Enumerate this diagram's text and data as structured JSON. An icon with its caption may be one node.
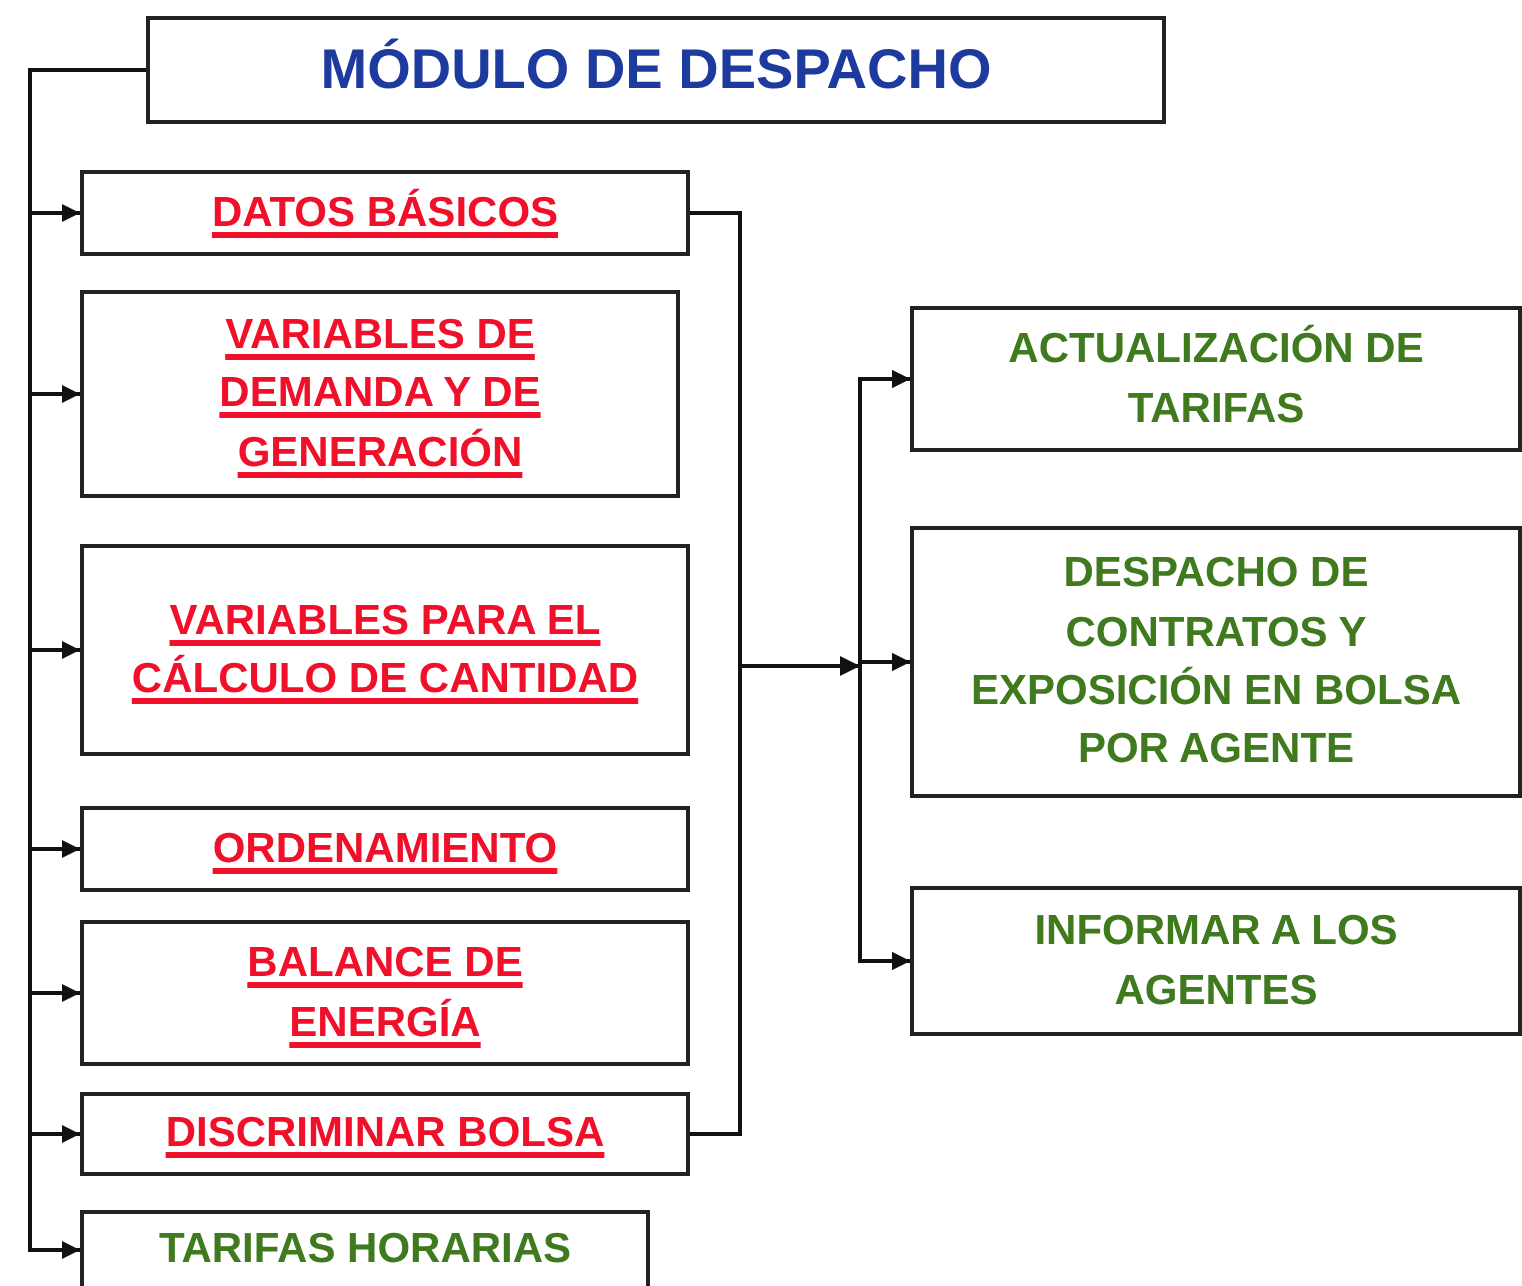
{
  "diagram": {
    "nodes": [
      {
        "text": [
          "MÓDULO DE DESPACHO"
        ]
      },
      {
        "text": [
          "DATOS BÁSICOS"
        ]
      },
      {
        "text": [
          "VARIABLES DE DEMANDA Y DE GENERACIÓN"
        ]
      },
      {
        "text": [
          "VARIABLES PARA EL CÁLCULO DE CANTIDAD"
        ]
      },
      {
        "text": [
          "ORDENAMIENTO"
        ]
      },
      {
        "text": [
          "BALANCE DE ENERGÍA"
        ]
      },
      {
        "text": [
          "DISCRIMINAR BOLSA"
        ]
      },
      {
        "text": [
          "TARIFAS HORARIAS"
        ]
      },
      {
        "text": [
          "ACTUALIZACIÓN DE TARIFAS"
        ]
      },
      {
        "text": [
          "DESPACHO DE CONTRATOS Y EXPOSICIÓN EN BOLSA POR AGENTE"
        ]
      },
      {
        "text": [
          "INFORMAR A LOS AGENTES"
        ]
      }
    ],
    "edges": [
      {
        "from": 0,
        "to": 1,
        "arrow": "to"
      },
      {
        "from": 0,
        "to": 2,
        "arrow": "to"
      },
      {
        "from": 0,
        "to": 3,
        "arrow": "to"
      },
      {
        "from": 0,
        "to": 4,
        "arrow": "to"
      },
      {
        "from": 0,
        "to": 5,
        "arrow": "to"
      },
      {
        "from": 0,
        "to": 6,
        "arrow": "to"
      },
      {
        "from": 0,
        "to": 7,
        "arrow": "to"
      },
      {
        "from": 1,
        "to": 8,
        "arrow": "to"
      },
      {
        "from": 1,
        "to": 9,
        "arrow": "to"
      },
      {
        "from": 1,
        "to": 10,
        "arrow": "to"
      },
      {
        "from": 6,
        "to": 8,
        "arrow": "to"
      },
      {
        "from": 6,
        "to": 9,
        "arrow": "to"
      },
      {
        "from": 6,
        "to": 10,
        "arrow": "to"
      }
    ]
  }
}
